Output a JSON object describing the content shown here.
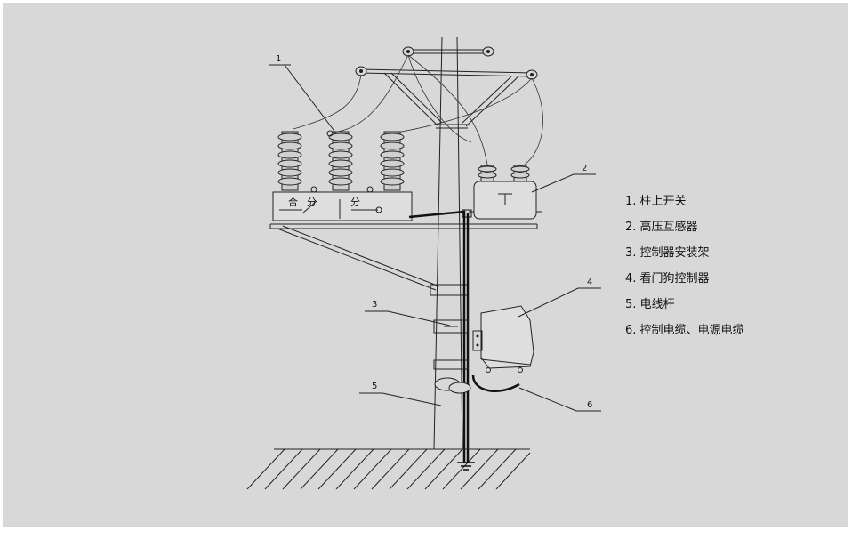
{
  "legend": [
    "1. 柱上开关",
    "2. 高压互感器",
    "3. 控制器安装架",
    "4. 看门狗控制器",
    "5. 电线杆",
    "6. 控制电缆、电源电缆"
  ],
  "callouts": {
    "c1": "1",
    "c2": "2",
    "c3": "3",
    "c4": "4",
    "c5": "5",
    "c6": "6"
  },
  "switch_labels": {
    "close": "合",
    "open1": "分",
    "open2": "分"
  },
  "colors": {
    "background": "#d8d8d8",
    "line": "#222222",
    "cable": "#111111"
  }
}
